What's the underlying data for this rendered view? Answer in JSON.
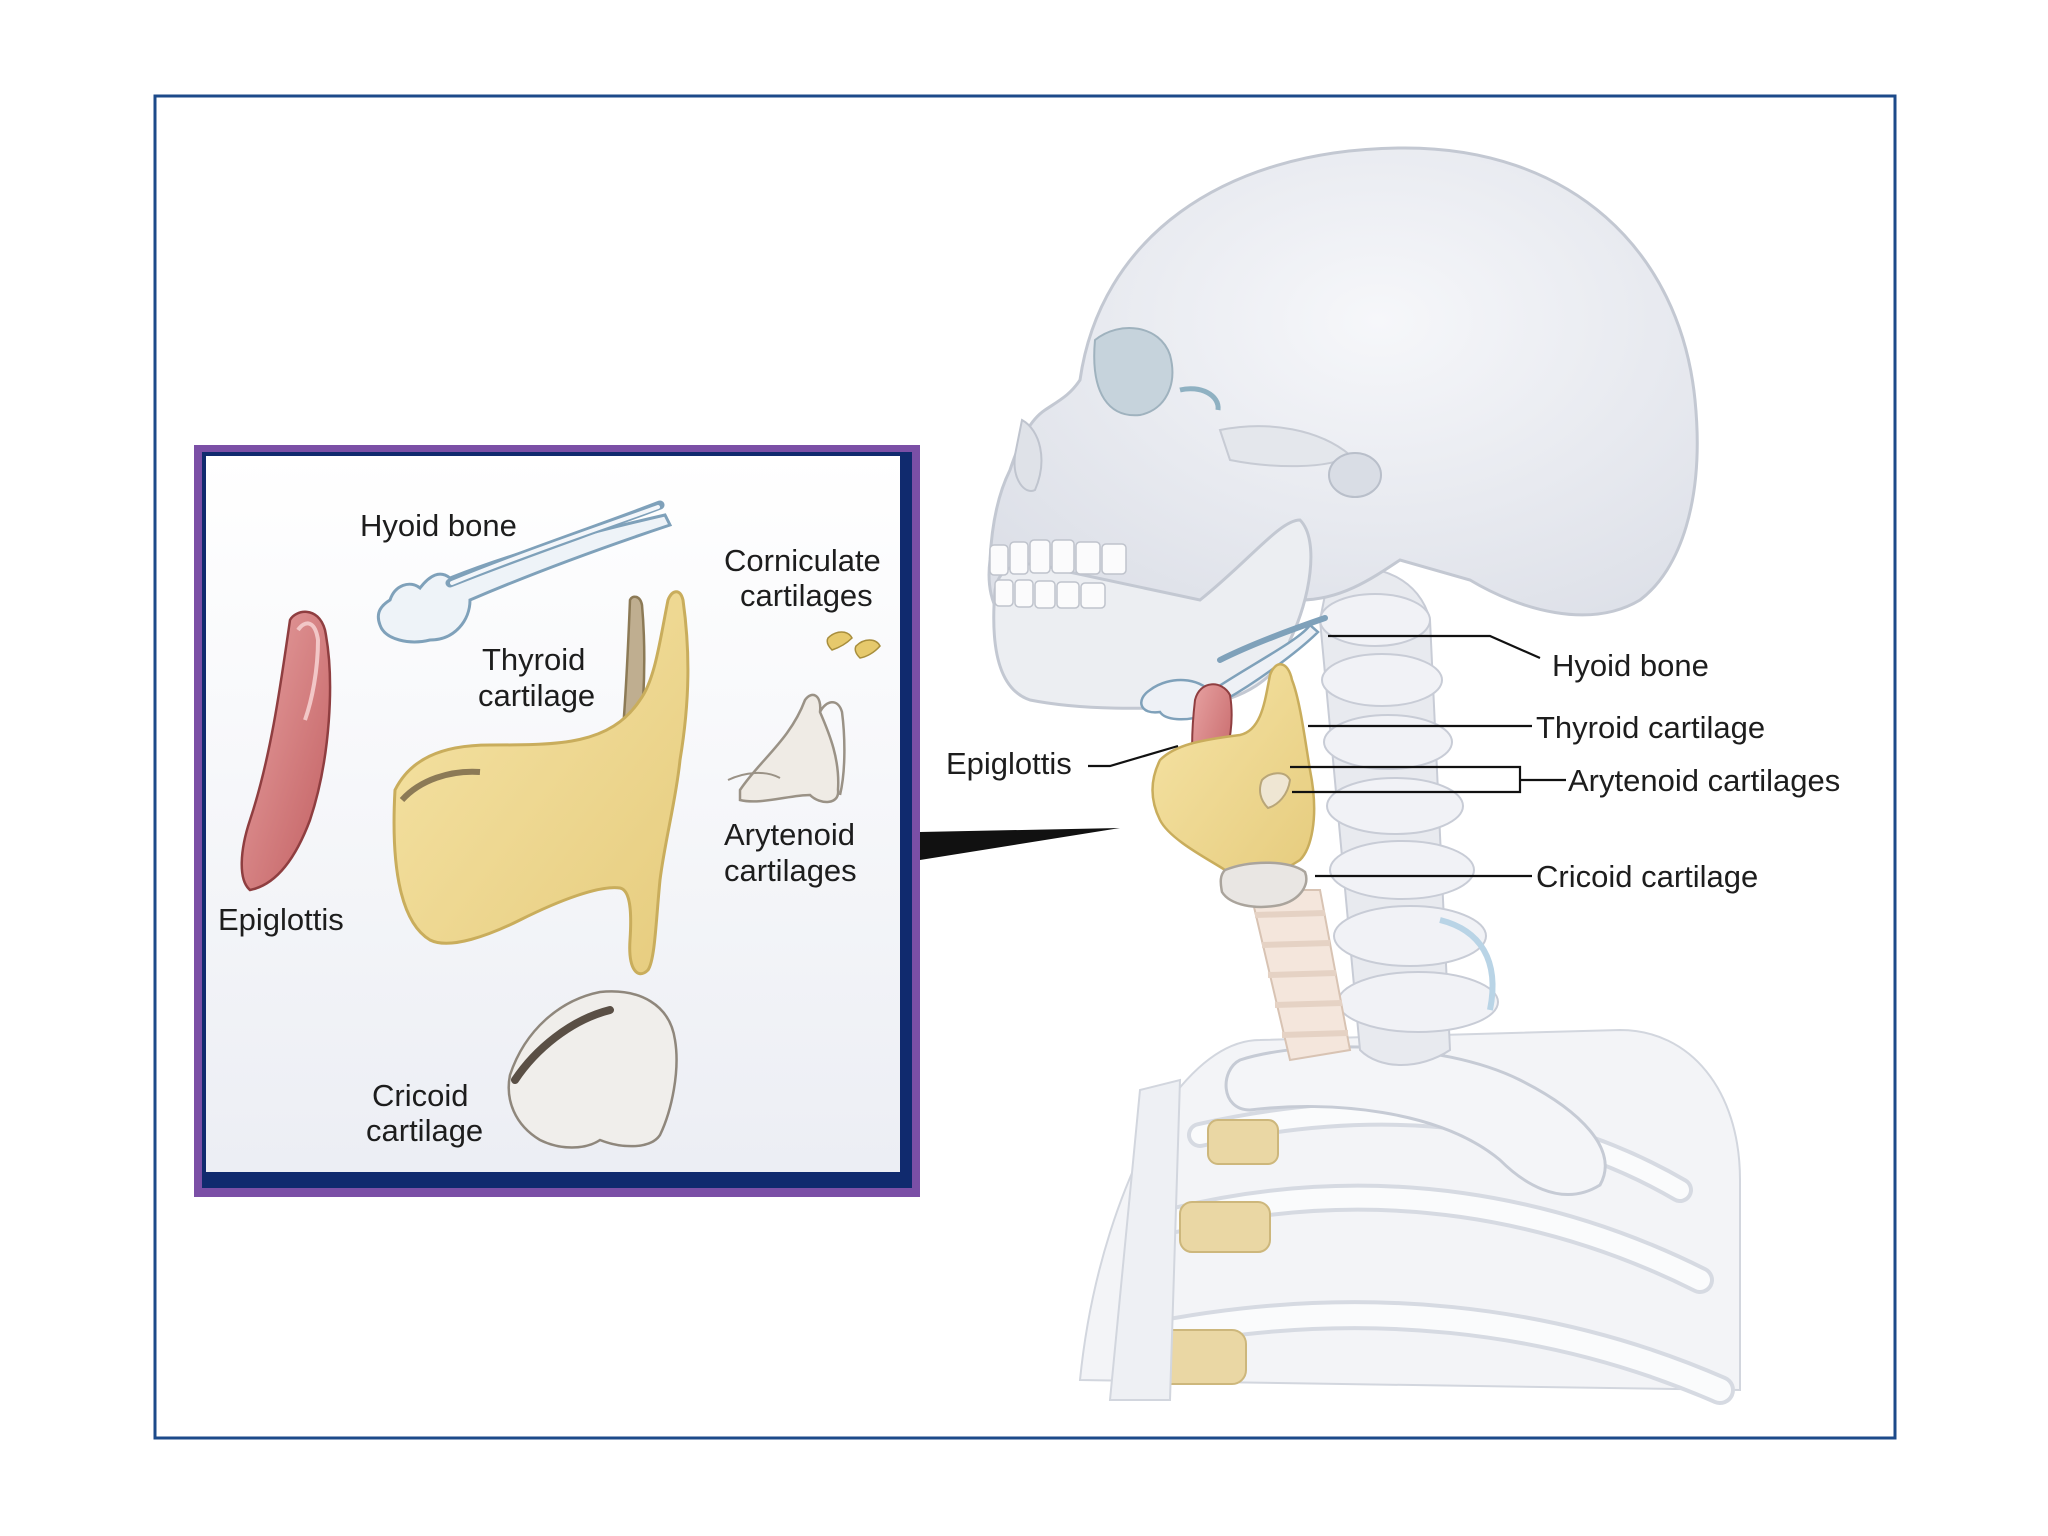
{
  "colors": {
    "frame": "#1c4a8a",
    "inset_border_outer": "#7b4fa6",
    "inset_border_inner": "#102a6e",
    "bone": "#e9ebf0",
    "bone_shadow": "#c9ced8",
    "cartilage": "#f0dc9a",
    "cartilage_shadow": "#d8be6e",
    "epiglottis": "#d67c7c",
    "costal_cartilage": "#ead7a4"
  },
  "inset": {
    "labels": {
      "hyoid_bone": "Hyoid bone",
      "corniculate_1": "Corniculate",
      "corniculate_2": "cartilages",
      "thyroid_1": "Thyroid",
      "thyroid_2": "cartilage",
      "epiglottis": "Epiglottis",
      "arytenoid_1": "Arytenoid",
      "arytenoid_2": "cartilages",
      "cricoid_1": "Cricoid",
      "cricoid_2": "cartilage"
    }
  },
  "main": {
    "labels": {
      "hyoid_bone": "Hyoid bone",
      "thyroid_cartilage": "Thyroid cartilage",
      "epiglottis": "Epiglottis",
      "arytenoid_cartilages": "Arytenoid cartilages",
      "cricoid_cartilage": "Cricoid cartilage"
    }
  },
  "icons": [
    "skull-icon",
    "hyoid-bone-icon",
    "thyroid-cartilage-icon",
    "epiglottis-icon",
    "arytenoid-cartilage-icon",
    "corniculate-cartilage-icon",
    "cricoid-cartilage-icon",
    "vertebral-column-icon",
    "rib-cage-icon",
    "clavicle-icon",
    "trachea-icon"
  ]
}
